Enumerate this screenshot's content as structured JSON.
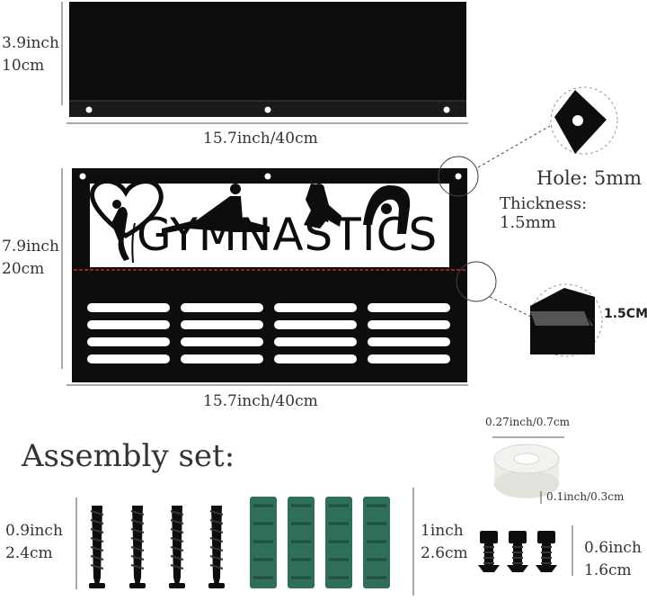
{
  "shelf": {
    "height_inch": "3.9inch",
    "height_cm": "10cm",
    "width": "15.7inch/40cm"
  },
  "hanger": {
    "word": "GYMNASTICS",
    "height_inch": "7.9inch",
    "height_cm": "20cm",
    "width": "15.7inch/40cm"
  },
  "hole": {
    "hole_label": "Hole:",
    "hole_value": "5mm",
    "thickness_label": "Thickness:",
    "thickness_value": "1.5mm"
  },
  "edge": {
    "thickness": "1.5CM"
  },
  "assembly": {
    "title": "Assembly set:",
    "screw_inch": "0.9inch",
    "screw_cm": "2.4cm",
    "anchor_inch": "1inch",
    "anchor_cm": "2.6cm",
    "washer_width": "0.27inch/0.7cm",
    "washer_height": "0.1inch/0.3cm",
    "bolt_inch": "0.6inch",
    "bolt_cm": "1.6cm"
  },
  "colors": {
    "metal": "#111111",
    "anchor": "#2f6e58",
    "washer": "#f2f2ee",
    "accent_line": "#d23a3a"
  }
}
